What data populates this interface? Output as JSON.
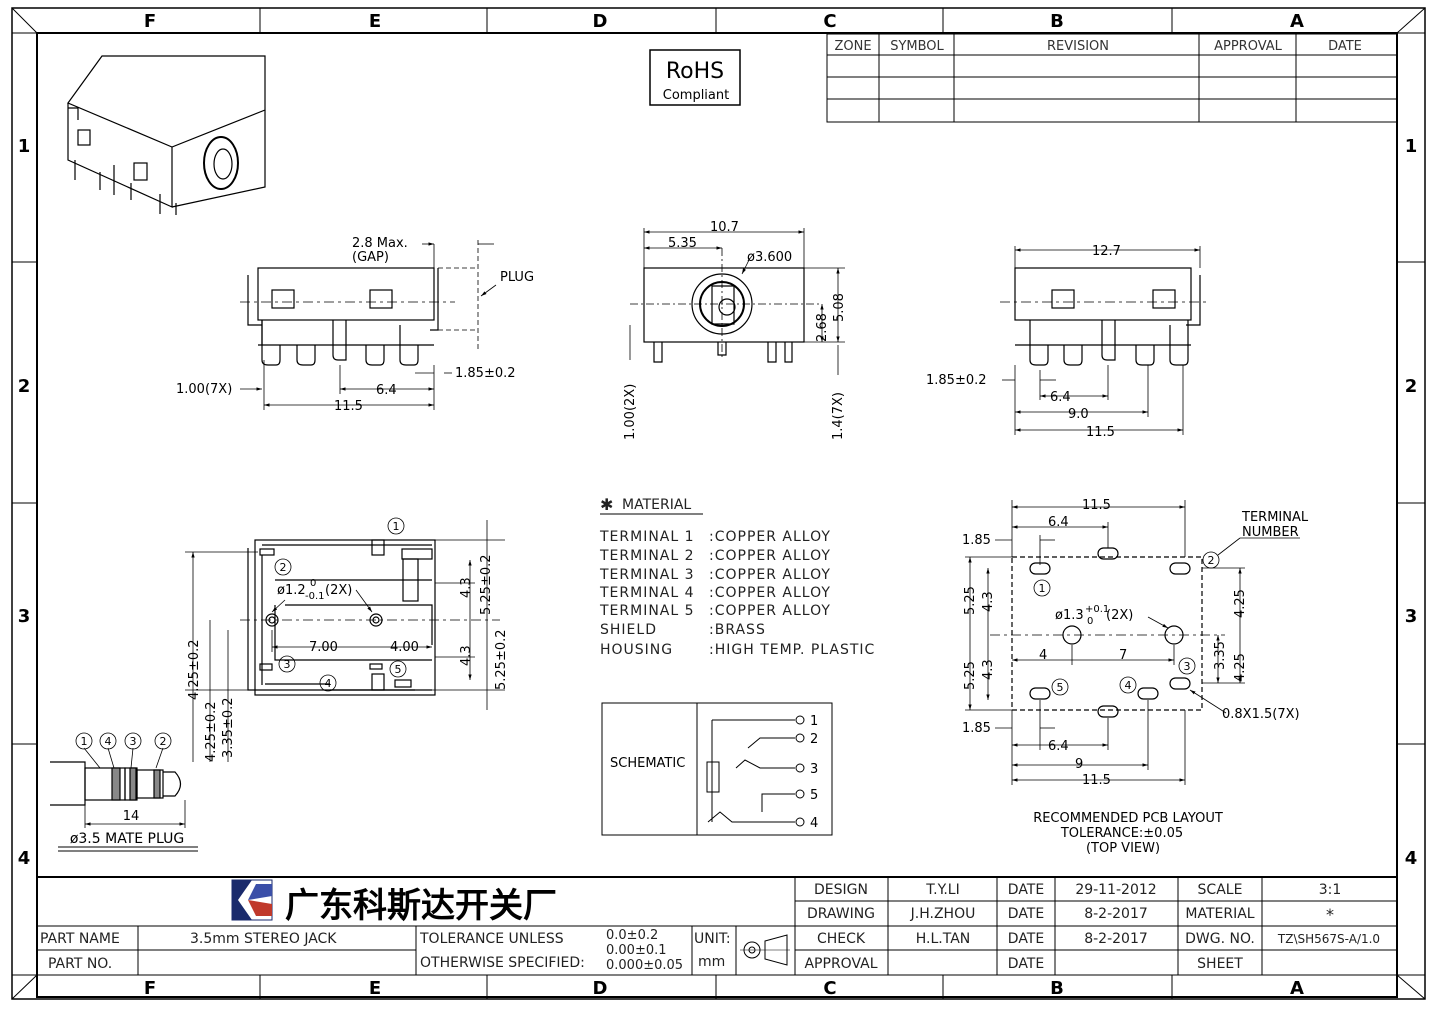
{
  "border": {
    "columns": [
      "F",
      "E",
      "D",
      "C",
      "B",
      "A"
    ],
    "rows": [
      "1",
      "2",
      "3",
      "4"
    ]
  },
  "revision_table": {
    "headers": [
      "ZONE",
      "SYMBOL",
      "REVISION",
      "APPROVAL",
      "DATE"
    ]
  },
  "rohs": {
    "line1": "RoHS",
    "line2": "Compliant"
  },
  "dims": {
    "side_left": {
      "gap": "2.8 Max.",
      "gap_sub": "(GAP)",
      "plug": "PLUG",
      "pins": "1.00(7X)",
      "d64": "6.4",
      "d185": "1.85±0.2",
      "d115": "11.5"
    },
    "front": {
      "d107": "10.7",
      "d535": "5.35",
      "dia": "ø3.600",
      "d268": "2.68",
      "d508": "5.08",
      "d100": "1.00(2X)",
      "d14": "1.4(7X)"
    },
    "side_right": {
      "d127": "12.7",
      "d185": "1.85±0.2",
      "d64": "6.4",
      "d90": "9.0",
      "d115": "11.5"
    },
    "bottom": {
      "hole": "ø1.2",
      "hole_tol_up": "0",
      "hole_tol_dn": "-0.1",
      "hole_cnt": "(2X)",
      "d700": "7.00",
      "d400": "4.00",
      "d43a": "4.3",
      "d525a": "5.25±0.2",
      "d43b": "4.3",
      "d525b": "5.25±0.2",
      "d425a": "4.25±0.2",
      "d425b": "4.25±0.2",
      "d335": "3.35±0.2"
    },
    "pcb": {
      "d115t": "11.5",
      "d64t": "6.4",
      "d185t": "1.85",
      "d525a": "5.25",
      "d43a": "4.3",
      "d525b": "5.25",
      "d43b": "4.3",
      "hole": "ø1.3",
      "hole_tol_up": "+0.1",
      "hole_tol_dn": "0",
      "hole_cnt": "(2X)",
      "d4": "4",
      "d7": "7",
      "d425a": "4.25",
      "d335": "3.35",
      "d425b": "4.25",
      "slot": "0.8X1.5(7X)",
      "d185b": "1.85",
      "d64b": "6.4",
      "d9": "9",
      "d115b": "11.5",
      "terminal_label1": "TERMINAL",
      "terminal_label2": "NUMBER",
      "caption1": "RECOMMENDED PCB LAYOUT",
      "caption2": "TOLERANCE:±0.05",
      "caption3": "(TOP VIEW)"
    },
    "plug": {
      "d14": "14",
      "caption": "ø3.5 MATE PLUG"
    }
  },
  "terminal_numbers": [
    "1",
    "2",
    "3",
    "4",
    "5"
  ],
  "material": {
    "title": "MATERIAL",
    "rows": [
      {
        "part": "TERMINAL 1",
        "value": ":COPPER ALLOY"
      },
      {
        "part": "TERMINAL 2",
        "value": ":COPPER ALLOY"
      },
      {
        "part": "TERMINAL 3",
        "value": ":COPPER ALLOY"
      },
      {
        "part": "TERMINAL 4",
        "value": ":COPPER ALLOY"
      },
      {
        "part": "TERMINAL 5",
        "value": ":COPPER ALLOY"
      },
      {
        "part": "SHIELD",
        "value": ":BRASS"
      },
      {
        "part": "HOUSING",
        "value": ":HIGH TEMP. PLASTIC"
      }
    ]
  },
  "schematic": {
    "label": "SCHEMATIC",
    "pins": [
      "1",
      "2",
      "3",
      "5",
      "4"
    ]
  },
  "title_block": {
    "company": "广东科斯达开关厂",
    "part_name_label": "PART NAME",
    "part_name": "3.5mm STEREO JACK",
    "part_no_label": "PART NO.",
    "tolerance_line1": "TOLERANCE UNLESS",
    "tolerance_line2": "OTHERWISE SPECIFIED:",
    "tol1": "0.0±0.2",
    "tol2": "0.00±0.1",
    "tol3": "0.000±0.05",
    "unit_label": "UNIT:",
    "unit": "mm",
    "design_label": "DESIGN",
    "design": "T.Y.LI",
    "drawing_label": "DRAWING",
    "drawing": "J.H.ZHOU",
    "check_label": "CHECK",
    "check": "H.L.TAN",
    "approval_label": "APPROVAL",
    "date_label": "DATE",
    "date1": "29-11-2012",
    "date2": "8-2-2017",
    "date3": "8-2-2017",
    "scale_label": "SCALE",
    "scale": "3:1",
    "material_label": "MATERIAL",
    "material": "*",
    "dwg_label": "DWG. NO.",
    "dwg": "TZ\\SH567S-A/1.0",
    "sheet_label": "SHEET"
  }
}
